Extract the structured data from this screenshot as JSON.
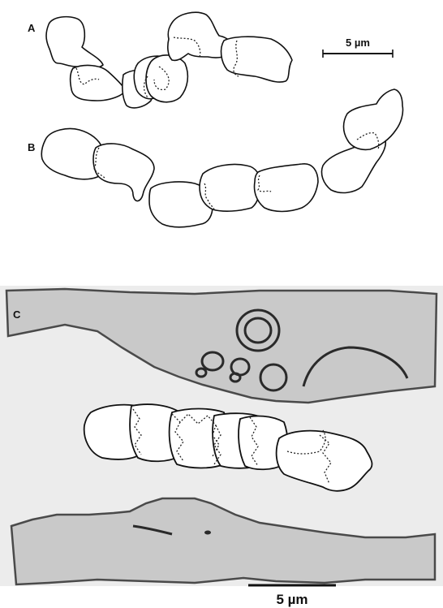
{
  "figure": {
    "panels": [
      {
        "id": "A",
        "label": "A"
      },
      {
        "id": "B",
        "label": "B"
      },
      {
        "id": "C",
        "label": "C"
      }
    ],
    "scale_bar_top": {
      "label": "5 µm"
    },
    "scale_bar_bottom": {
      "label": "5 µm"
    },
    "colors": {
      "line": "#111111",
      "vessel_fill": "#c9c9c9",
      "vessel_edge": "#4a4a4a",
      "background": "#ffffff"
    }
  }
}
